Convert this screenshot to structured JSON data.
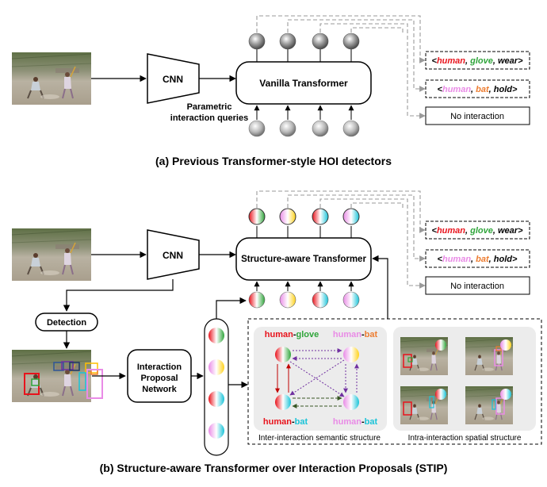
{
  "panel_a": {
    "cnn_label": "CNN",
    "transformer_label": "Vanilla Transformer",
    "queries_label_line1": "Parametric",
    "queries_label_line2": "interaction queries",
    "caption": "(a) Previous Transformer-style HOI detectors",
    "outputs": [
      {
        "open": "<",
        "human": "human",
        "sep1": ", ",
        "object": "glove",
        "sep2": ", ",
        "verb": "wear",
        "close": ">"
      },
      {
        "open": "<",
        "human": "human",
        "sep1": ", ",
        "object": "bat",
        "sep2": ", ",
        "verb": "hold",
        "close": ">"
      },
      {
        "text": "No interaction"
      }
    ]
  },
  "panel_b": {
    "cnn_label": "CNN",
    "transformer_label": "Structure-aware Transformer",
    "detection_label": "Detection",
    "ipn_line1": "Interaction",
    "ipn_line2": "Proposal",
    "ipn_line3": "Network",
    "caption": "(b) Structure-aware Transformer over Interaction Proposals (STIP)",
    "outputs": [
      {
        "open": "<",
        "human": "human",
        "sep1": ", ",
        "object": "glove",
        "sep2": ", ",
        "verb": "wear",
        "close": ">"
      },
      {
        "open": "<",
        "human": "human",
        "sep1": ", ",
        "object": "bat",
        "sep2": ", ",
        "verb": "hold",
        "close": ">"
      },
      {
        "text": "No interaction"
      }
    ],
    "semantic": {
      "tl": {
        "a": "human",
        "dash": "-",
        "b": "glove"
      },
      "tr": {
        "a": "human",
        "dash": "-",
        "b": "bat"
      },
      "bl": {
        "a": "human",
        "dash": "-",
        "b": "bat"
      },
      "br": {
        "a": "human",
        "dash": "-",
        "b": "bat"
      },
      "caption": "Inter-interaction semantic structure"
    },
    "spatial_caption": "Intra-interaction spatial structure"
  },
  "colors": {
    "human_red": "#e8131c",
    "glove_green": "#2fa53a",
    "human_pink": "#e98be6",
    "bat_orange": "#ed7d31",
    "human_cyan": "#19c3d8",
    "gray_arrow": "#a6a6a6"
  }
}
